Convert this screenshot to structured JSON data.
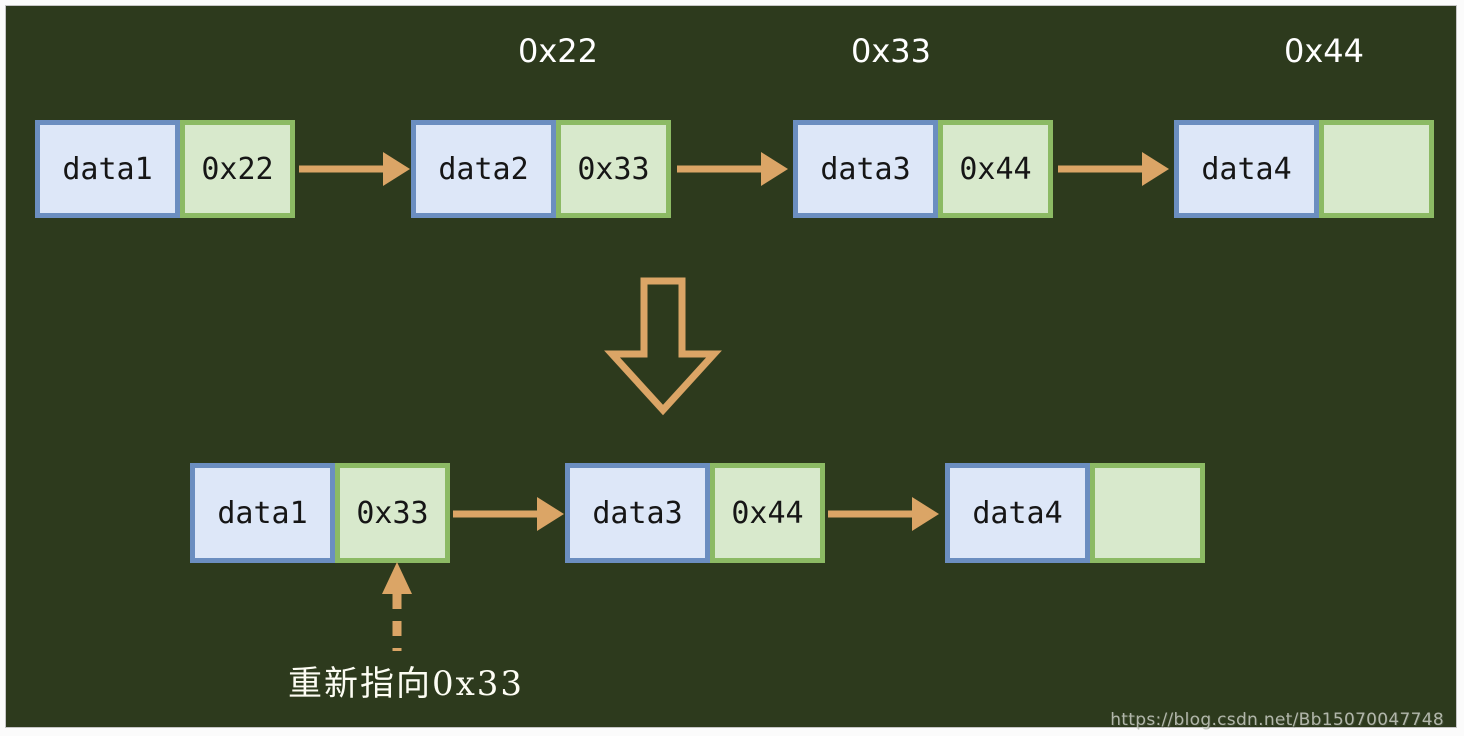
{
  "colors": {
    "board_bg": "#2d3a1d",
    "data_cell_border": "#6b8ec0",
    "data_cell_fill": "#dde7f8",
    "pointer_cell_border": "#8cba64",
    "pointer_cell_fill": "#d8e9cc",
    "arrow": "#dba566",
    "cell_text": "#161616",
    "label_text": "#ffffff",
    "watermark_text": "#c9ccc3"
  },
  "top_list": {
    "address_labels": [
      {
        "text": "0x22"
      },
      {
        "text": "0x33"
      },
      {
        "text": "0x44"
      }
    ],
    "nodes": [
      {
        "data": "data1",
        "next": "0x22"
      },
      {
        "data": "data2",
        "next": "0x33"
      },
      {
        "data": "data3",
        "next": "0x44"
      },
      {
        "data": "data4",
        "next": ""
      }
    ]
  },
  "transform_arrow": {
    "icon": "down-block-arrow"
  },
  "bottom_list": {
    "nodes": [
      {
        "data": "data1",
        "next": "0x33"
      },
      {
        "data": "data3",
        "next": "0x44"
      },
      {
        "data": "data4",
        "next": ""
      }
    ]
  },
  "annotation": {
    "text": "重新指向0x33"
  },
  "watermark": {
    "text": "https://blog.csdn.net/Bb15070047748"
  }
}
